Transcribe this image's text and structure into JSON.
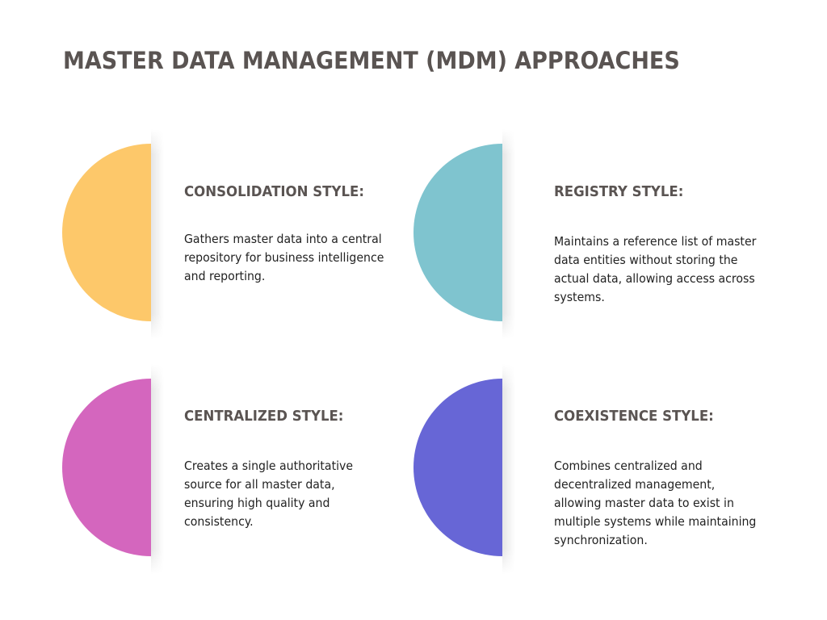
{
  "title": "MASTER DATA MANAGEMENT (MDM) APPROACHES",
  "colors": {
    "title": "#5a5452",
    "body_text": "#222222",
    "background": "#ffffff"
  },
  "approaches": [
    {
      "heading": "CONSOLIDATION STYLE:",
      "description": "Gathers master data into a central repository for business intelligence and reporting.",
      "color": "#fdc86a",
      "icon": "half-circle-icon"
    },
    {
      "heading": "REGISTRY STYLE:",
      "description": "Maintains a reference list of master data entities without storing the actual data, allowing access across systems.",
      "color": "#7fc4cf",
      "icon": "half-circle-icon"
    },
    {
      "heading": "CENTRALIZED STYLE:",
      "description": "Creates a single authoritative source for all master data, ensuring high quality and consistency.",
      "color": "#d466be",
      "icon": "half-circle-icon"
    },
    {
      "heading": "COEXISTENCE STYLE:",
      "description": "Combines centralized and decentralized management, allowing master data to exist in multiple systems while maintaining synchronization.",
      "color": "#6766d6",
      "icon": "half-circle-icon"
    }
  ]
}
